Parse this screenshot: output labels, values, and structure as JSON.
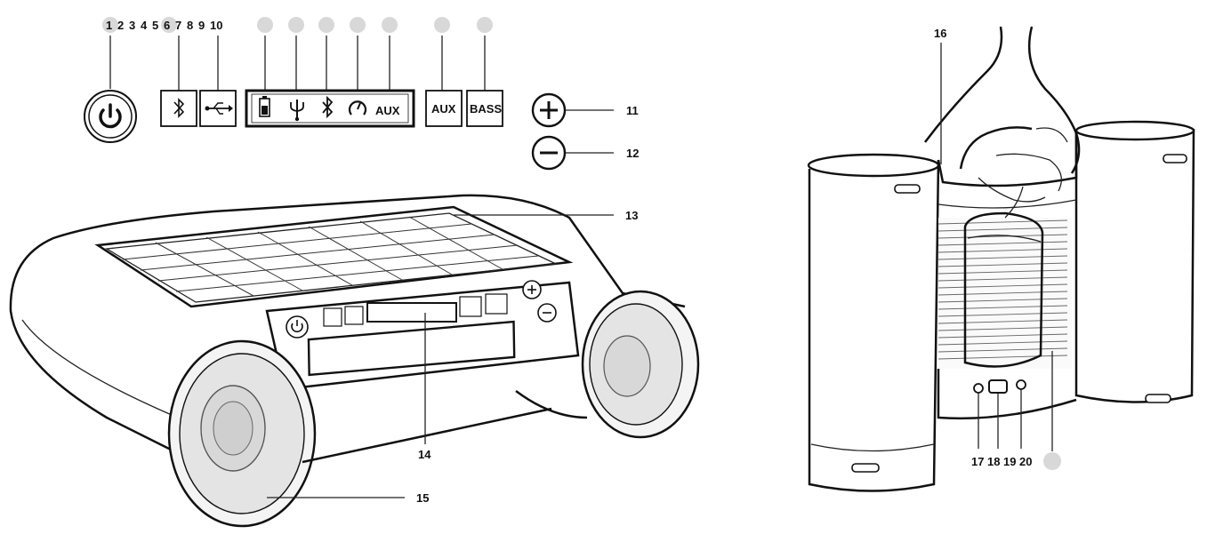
{
  "callout_numbers": {
    "n1": "1",
    "n2": "2",
    "n3": "3",
    "n4": "4",
    "n5": "5",
    "n6": "6",
    "n7": "7",
    "n8": "8",
    "n9": "9",
    "n10": "10",
    "n11": "11",
    "n12": "12",
    "n13": "13",
    "n14": "14",
    "n15": "15",
    "n16": "16",
    "n17": "17",
    "n18": "18",
    "n19": "19",
    "n20": "20"
  },
  "buttons": {
    "aux_indicator": "AUX",
    "aux_button": "AUX",
    "bass_button": "BASS"
  },
  "icons": {
    "power": "power-icon",
    "bluetooth": "bluetooth-icon",
    "usb": "usb-icon",
    "battery": "battery-icon",
    "usb_charge": "usb-indicator-icon",
    "bluetooth_indicator": "bluetooth-indicator-icon",
    "solar": "solar-indicator-icon",
    "plus": "plus-icon",
    "minus": "minus-icon"
  }
}
